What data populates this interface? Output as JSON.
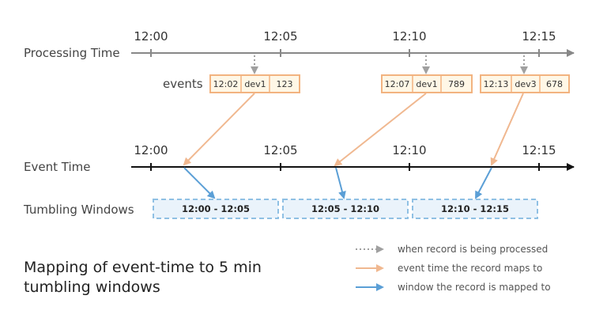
{
  "labels": {
    "processing_time": "Processing Time",
    "event_time": "Event Time",
    "tumbling_windows": "Tumbling Windows",
    "events": "events"
  },
  "processing_ticks": [
    "12:00",
    "12:05",
    "12:10",
    "12:15"
  ],
  "event_ticks": [
    "12:00",
    "12:05",
    "12:10",
    "12:15"
  ],
  "events": [
    {
      "time": "12:02",
      "device": "dev1",
      "value": "123"
    },
    {
      "time": "12:07",
      "device": "dev1",
      "value": "789"
    },
    {
      "time": "12:13",
      "device": "dev3",
      "value": "678"
    }
  ],
  "windows": [
    "12:00 - 12:05",
    "12:05 - 12:10",
    "12:10 - 12:15"
  ],
  "legend": {
    "processed": "when record is being processed",
    "event_time": "event time the record maps to",
    "window": "window the record is mapped to"
  },
  "caption": {
    "line1": "Mapping of event-time to 5 min",
    "line2": "tumbling windows"
  },
  "colors": {
    "processing_axis": "#888888",
    "event_axis": "#111111",
    "event_box_border": "#f2b380",
    "event_box_fill": "#fff7e6",
    "window_border": "#8fc0e4",
    "window_fill": "#eaf3fb",
    "orange_arrow": "#f0b890",
    "blue_arrow": "#5b9fd6",
    "gray_dotted": "#a0a0a0"
  }
}
